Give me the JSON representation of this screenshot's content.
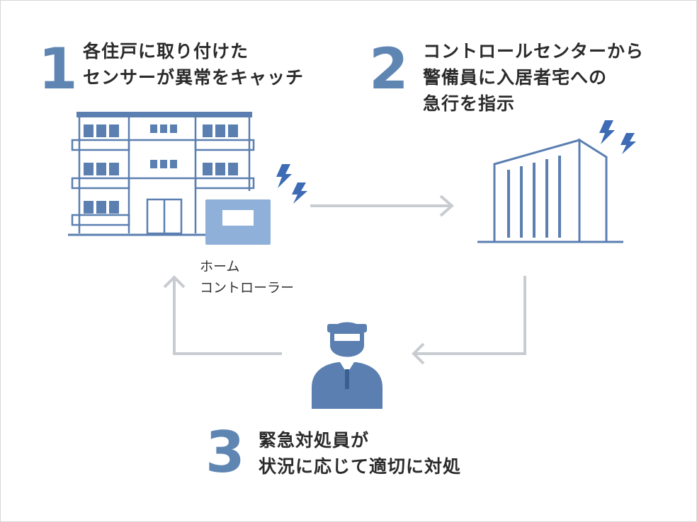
{
  "colors": {
    "primary": "#5a7fb0",
    "controller_fill": "#8fb0d8",
    "arrow": "#c8ccd1",
    "text": "#2b2b2b"
  },
  "steps": [
    {
      "number": "1",
      "line1": "各住戸に取り付けた",
      "line2": "センサーが異常をキャッチ"
    },
    {
      "number": "2",
      "line1": "コントロールセンターから",
      "line2": "警備員に入居者宅への",
      "line3": "急行を指示"
    },
    {
      "number": "3",
      "line1": "緊急対処員が",
      "line2": "状況に応じて適切に対処"
    }
  ],
  "controller_label": {
    "line1": "ホーム",
    "line2": "コントローラー"
  },
  "icons": [
    "apartment-building-icon",
    "home-controller-icon",
    "lightning-icon",
    "control-center-building-icon",
    "security-guard-icon",
    "flow-arrow-icon"
  ]
}
